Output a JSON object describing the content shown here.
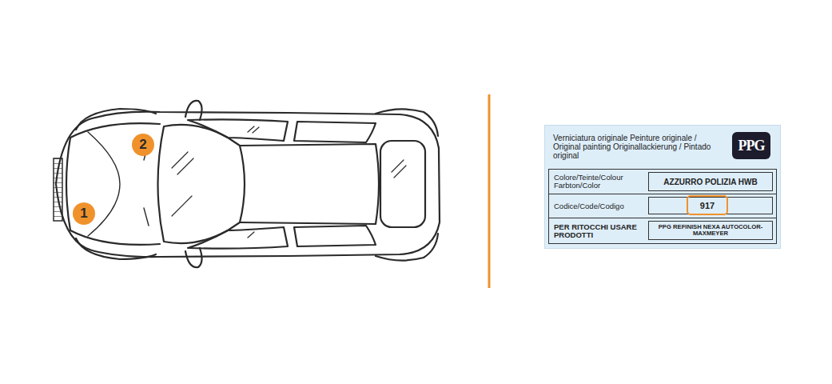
{
  "diagram": {
    "nodes": [
      {
        "text": [
          "1"
        ]
      },
      {
        "text": [
          "2"
        ]
      },
      {
        "text": [
          "Verniciatura originale Peinture originale / Original painting Originallackierung / Pintado original"
        ]
      },
      {
        "text": [
          "PPG"
        ],
        "in": 2
      },
      {
        "text": [
          "Colore/Teinte/Colour Farbton/Color"
        ],
        "in": 2
      },
      {
        "text": [
          "AZZURRO POLIZIA HWB"
        ],
        "in": 4
      },
      {
        "text": [
          "Codice/Code/Codigo"
        ],
        "in": 2
      },
      {
        "text": [
          "917"
        ],
        "in": 6
      },
      {
        "text": [
          "PER RITOCCHI USARE PRODOTTI"
        ],
        "in": 2
      },
      {
        "text": [
          "PPG REFINISH NEXA AUTOCOLOR-MAXMEYER"
        ],
        "in": 8
      }
    ]
  }
}
